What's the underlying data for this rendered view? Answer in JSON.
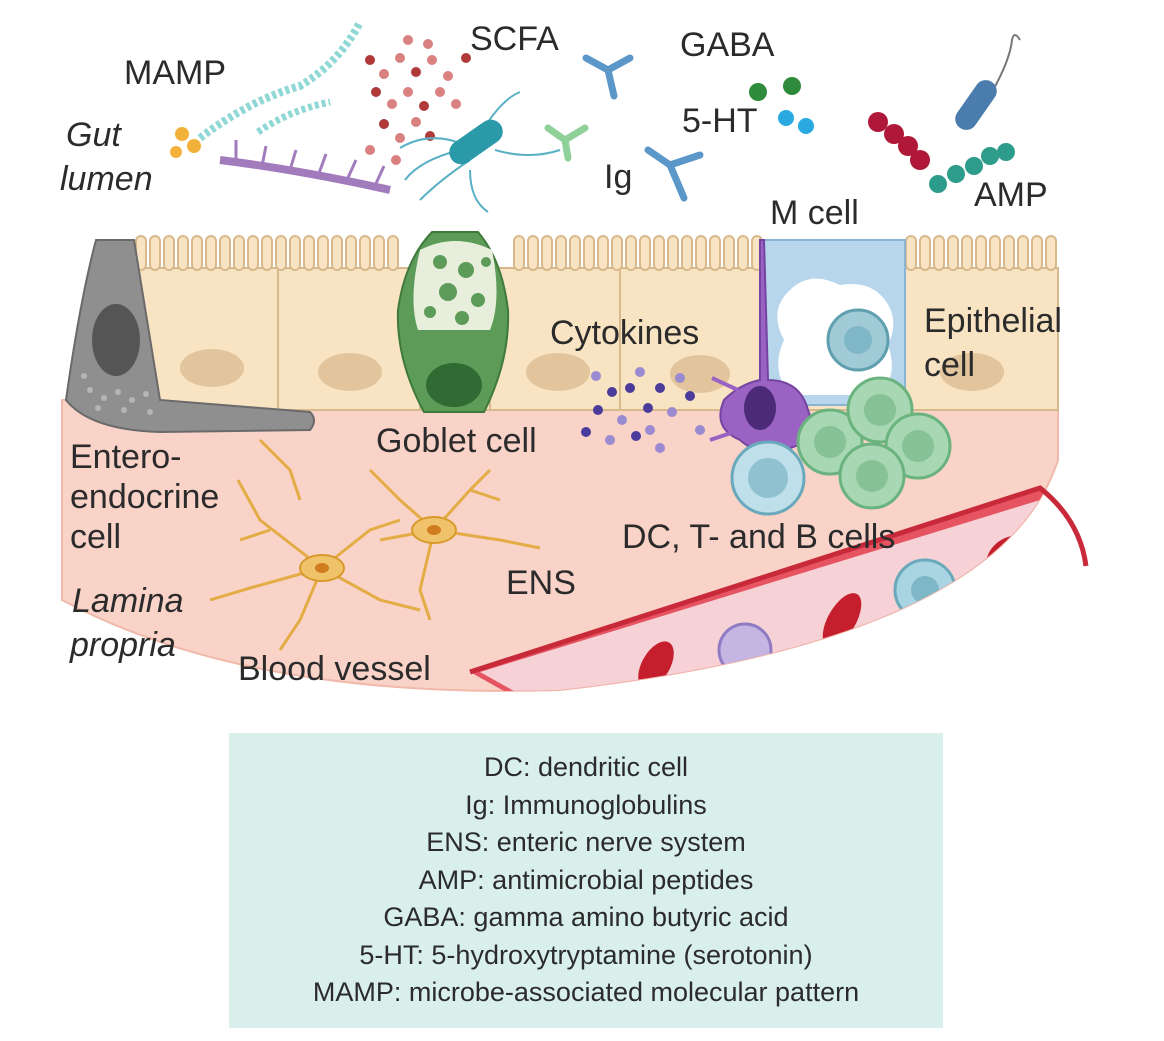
{
  "labels": {
    "mamp": "MAMP",
    "gut_lumen_line1": "Gut",
    "gut_lumen_line2": "lumen",
    "scfa": "SCFA",
    "gaba": "GABA",
    "five_ht": "5-HT",
    "ig": "Ig",
    "amp": "AMP",
    "m_cell": "M cell",
    "cytokines": "Cytokines",
    "epithelial_line1": "Epithelial",
    "epithelial_line2": "cell",
    "goblet_cell": "Goblet cell",
    "entero_line1": "Entero-",
    "entero_line2": "endocrine",
    "entero_line3": "cell",
    "dc_t_b_cells": "DC, T- and B cells",
    "ens": "ENS",
    "lamina_line1": "Lamina",
    "lamina_line2": "propria",
    "blood_vessel": "Blood vessel"
  },
  "legend": [
    "DC: dendritic cell",
    "Ig: Immunoglobulins",
    "ENS: enteric nerve system",
    "AMP: antimicrobial peptides",
    "GABA: gamma amino butyric acid",
    "5-HT: 5-hydroxytryptamine (serotonin)",
    "MAMP: microbe-associated molecular pattern"
  ],
  "colors": {
    "epithelium": "#f8e3c3",
    "lamina_propria": "#f7c9bd",
    "goblet": "#5a9a57",
    "enteroendocrine": "#8a8a8a",
    "m_cell": "#a9cbe6",
    "dendritic": "#9a62c2",
    "t_b_cells": "#8fc9a0",
    "blood_vessel": "#c92a3a",
    "neuron": "#e8b44b",
    "legend_bg": "#d8efeb"
  }
}
